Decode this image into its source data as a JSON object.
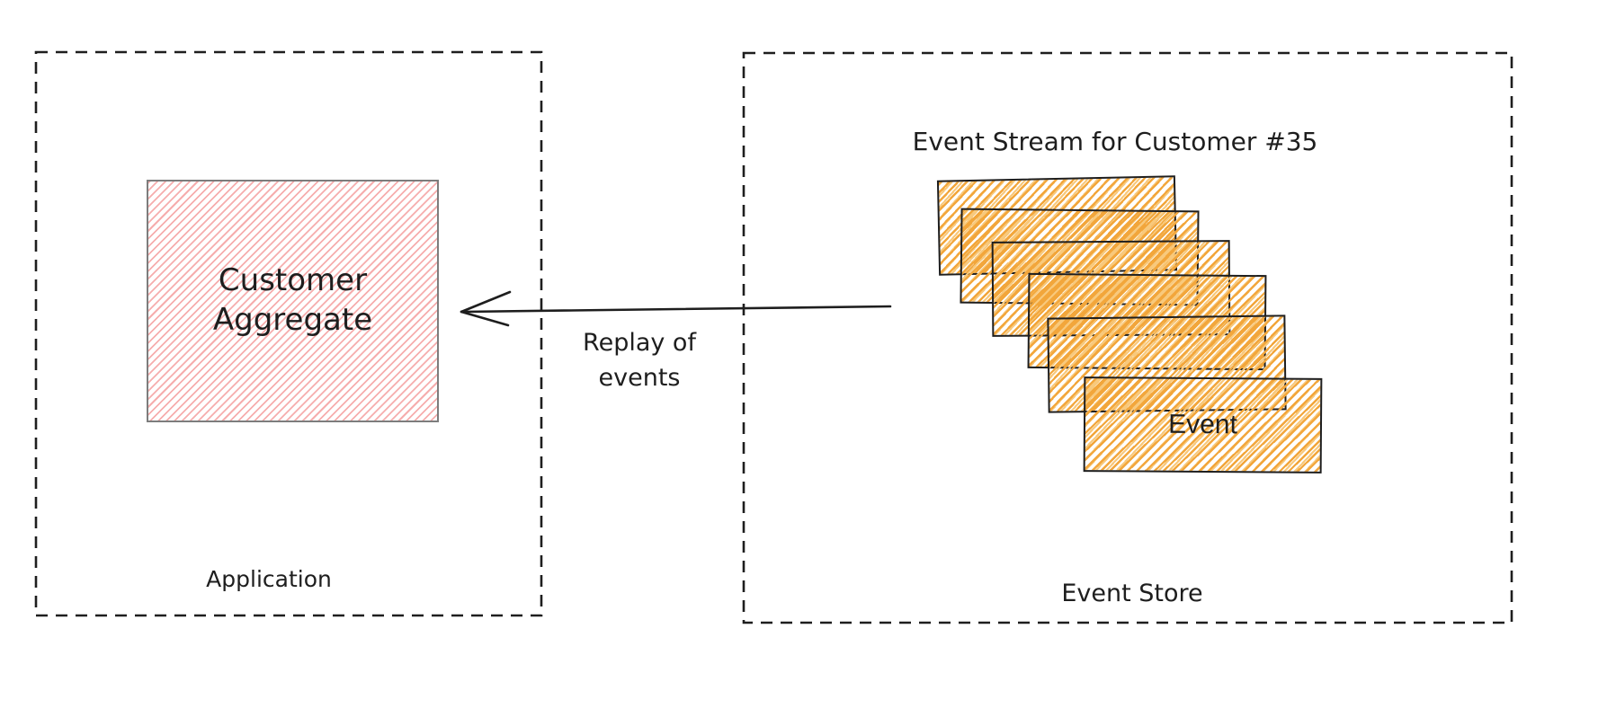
{
  "application_box": {
    "label": "Application",
    "aggregate": {
      "label": "Customer\nAggregate"
    }
  },
  "event_store_box": {
    "label": "Event Store",
    "stream_title": "Event Stream for Customer #35",
    "event_card_label": "Event",
    "event_card_count": 6
  },
  "replay_arrow": {
    "label": "Replay of\nevents",
    "direction": "right-to-left"
  },
  "colors": {
    "stroke": "#1e1e1e",
    "aggregate_border": "#7d7d7d",
    "aggregate_hatch": "#f6adad",
    "event_hatch": "#f2a63b",
    "event_hatch_light": "#f8c97c"
  }
}
